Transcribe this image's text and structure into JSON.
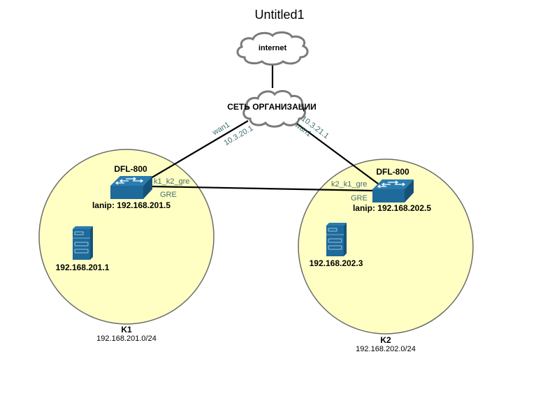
{
  "diagram": {
    "title": "Untitled1",
    "clouds": {
      "internet": {
        "label": "internet"
      },
      "org": {
        "label": "СЕТЬ ОРГАНИЗАЦИИ"
      }
    },
    "zones": {
      "k1": {
        "name": "K1",
        "subnet": "192.168.201.0/24",
        "router": {
          "model": "DFL-800",
          "lanip": "lanip: 192.168.201.5",
          "wan_iface": "wan1",
          "wan_ip": "10.3.20.1",
          "tunnel_iface": "k1_k2_gre",
          "tunnel_type": "GRE"
        },
        "server": {
          "ip": "192.168.201.1"
        }
      },
      "k2": {
        "name": "K2",
        "subnet": "192.168.202.0/24",
        "router": {
          "model": "DFL-800",
          "lanip": "lanip: 192.168.202.5",
          "wan_iface": "wan1",
          "wan_ip": "10.3.21.1",
          "tunnel_iface": "k2_k1_gre",
          "tunnel_type": "GRE"
        },
        "server": {
          "ip": "192.168.202.3"
        }
      }
    },
    "colors": {
      "zone_fill": "#ffffc4",
      "device_blue": "#1e6a9a",
      "interface_label": "#3f6d6d"
    }
  }
}
